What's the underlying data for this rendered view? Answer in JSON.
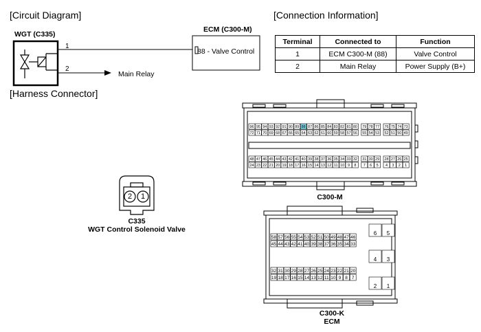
{
  "sections": {
    "circuit": "[Circuit Diagram]",
    "connection": "[Connection Information]",
    "harness": "[Harness Connector]"
  },
  "wgt": {
    "title": "WGT (C335)",
    "pin1": "1",
    "pin2": "2",
    "main_relay": "Main Relay"
  },
  "ecm_box": {
    "title": "ECM (C300-M)",
    "pin_label": "88 - Valve Control"
  },
  "table": {
    "headers": [
      "Terminal",
      "Connected to",
      "Function"
    ],
    "rows": [
      [
        "1",
        "ECM C300-M (88)",
        "Valve Control"
      ],
      [
        "2",
        "Main Relay",
        "Power Supply (B+)"
      ]
    ]
  },
  "c335": {
    "pins": [
      "2",
      "1"
    ],
    "name": "C335",
    "desc": "WGT Control Solenoid Valve"
  },
  "c300m": {
    "label": "C300-M",
    "highlight_pin": "88",
    "row1": [
      "96",
      "95",
      "94",
      "93",
      "92",
      "91",
      "90",
      "89",
      "88",
      "87",
      "86",
      "85",
      "84",
      "83",
      "82",
      "81",
      "80",
      "79",
      "78",
      "77",
      "76",
      "75",
      "74",
      "73"
    ],
    "row2": [
      "72",
      "71",
      "70",
      "69",
      "68",
      "67",
      "66",
      "65",
      "64",
      "63",
      "62",
      "61",
      "60",
      "59",
      "58",
      "57",
      "56",
      "55",
      "54",
      "53",
      "52",
      "51",
      "50",
      "49"
    ],
    "row3": [
      "48",
      "47",
      "46",
      "45",
      "44",
      "43",
      "42",
      "41",
      "40",
      "39",
      "38",
      "37",
      "36",
      "35",
      "34",
      "33",
      "32",
      "31",
      "30",
      "29",
      "28",
      "27",
      "26",
      "25"
    ],
    "row4": [
      "24",
      "23",
      "22",
      "21",
      "20",
      "19",
      "18",
      "17",
      "16",
      "15",
      "14",
      "13",
      "12",
      "11",
      "10",
      "9",
      "8",
      "7",
      "6",
      "5",
      "4",
      "3",
      "2",
      "1"
    ]
  },
  "c300k": {
    "label": "C300-K",
    "sub": "ECM",
    "rowA": [
      "58",
      "57",
      "56",
      "55",
      "54",
      "53",
      "52",
      "51",
      "50",
      "49",
      "48",
      "47",
      "46"
    ],
    "rowB": [
      "45",
      "44",
      "43",
      "42",
      "41",
      "40",
      "39",
      "38",
      "37",
      "36",
      "35",
      "34",
      "33"
    ],
    "rowC": [
      "32",
      "31",
      "30",
      "29",
      "28",
      "27",
      "26",
      "25",
      "24",
      "23",
      "22",
      "21",
      "20"
    ],
    "rowD": [
      "19",
      "18",
      "17",
      "16",
      "15",
      "14",
      "13",
      "12",
      "11",
      "10",
      "9",
      "8",
      "7"
    ],
    "big": [
      [
        "6",
        "5"
      ],
      [
        "4",
        "3"
      ],
      [
        "2",
        "1"
      ]
    ]
  }
}
